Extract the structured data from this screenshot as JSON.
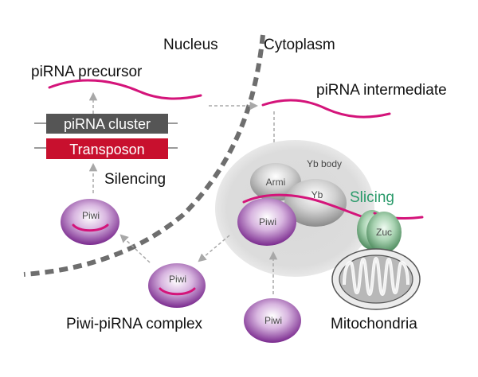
{
  "regions": {
    "nucleus": "Nucleus",
    "cytoplasm": "Cytoplasm"
  },
  "rna": {
    "precursor": "piRNA precursor",
    "intermediate": "piRNA intermediate"
  },
  "genome": {
    "cluster": "piRNA cluster",
    "transposon": "Transposon"
  },
  "process": {
    "silencing": "Silencing",
    "slicing": "Slicing"
  },
  "yb_body": {
    "label": "Yb body",
    "armi": "Armi",
    "yb": "Yb",
    "piwi": "Piwi"
  },
  "zuc": "Zuc",
  "piwi": {
    "nuclear": "Piwi",
    "complex": "Piwi",
    "free": "Piwi"
  },
  "complex_label": "Piwi-piRNA complex",
  "mitochondria": "Mitochondria",
  "colors": {
    "rna": "#d4147a",
    "transposon": "#c8102e",
    "cluster": "#555555",
    "slicing": "#2a9a6a",
    "piwi": "#8b3a9e",
    "zuc": "#6aa57a"
  }
}
